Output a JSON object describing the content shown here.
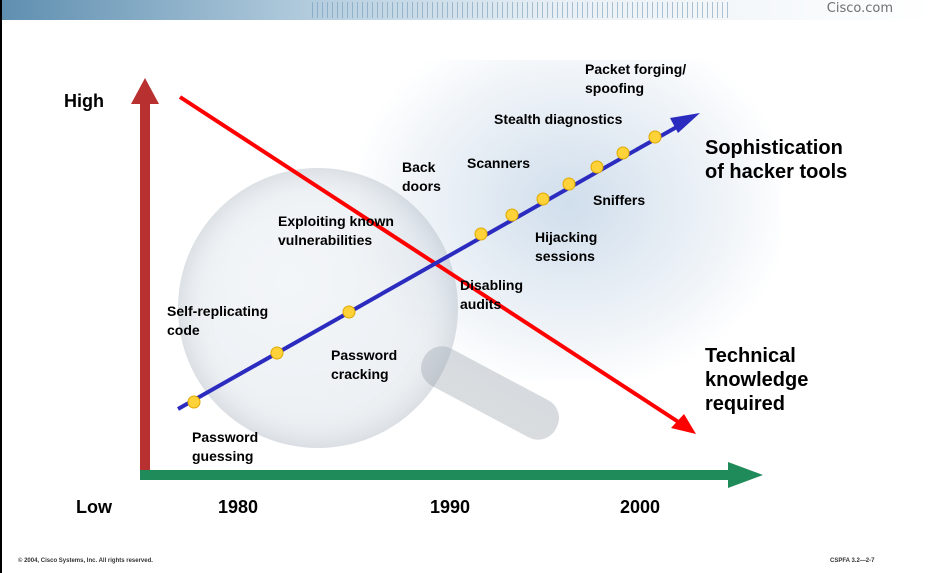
{
  "header": {
    "brand": "Cisco.com"
  },
  "axes": {
    "y_high": "High",
    "x_low": "Low",
    "x_ticks": [
      "1980",
      "1990",
      "2000"
    ]
  },
  "lines": {
    "sophistication": "Sophistication\nof hacker tools",
    "knowledge": "Technical\nknowledge\nrequired",
    "sophistication_color": "#2b2bbf",
    "knowledge_color": "#ff0000",
    "x_axis_color": "#1f8a5a",
    "y_axis_color": "#b83030"
  },
  "milestones": [
    "Password\nguessing",
    "Self-replicating\ncode",
    "Password\ncracking",
    "Exploiting known\nvulnerabilities",
    "Disabling\naudits",
    "Back\ndoors",
    "Hijacking\nsessions",
    "Scanners",
    "Sniffers",
    "Stealth diagnostics",
    "Packet forging/\nspoofing"
  ],
  "footer": {
    "copyright": "© 2004, Cisco Systems, Inc. All rights reserved.",
    "slide_id": "CSPFA 3.2—2-7"
  }
}
